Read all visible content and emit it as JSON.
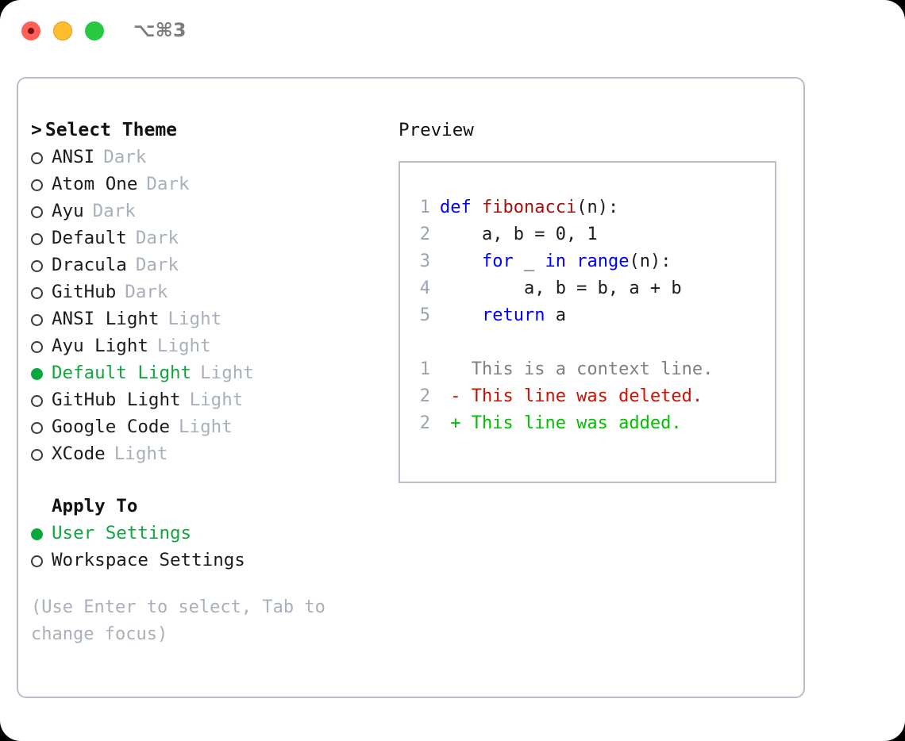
{
  "titlebar": {
    "shortcut": "⌥⌘3",
    "buttons": [
      {
        "name": "close",
        "color": "#ff5f57"
      },
      {
        "name": "minimize",
        "color": "#febc2e"
      },
      {
        "name": "maximize",
        "color": "#28c840"
      }
    ]
  },
  "theme_picker": {
    "header": "Select Theme",
    "caret": ">",
    "items": [
      {
        "label": "ANSI",
        "suffix": "Dark",
        "selected": false,
        "bullet": "○"
      },
      {
        "label": "Atom One",
        "suffix": "Dark",
        "selected": false,
        "bullet": "○"
      },
      {
        "label": "Ayu",
        "suffix": "Dark",
        "selected": false,
        "bullet": "○"
      },
      {
        "label": "Default",
        "suffix": "Dark",
        "selected": false,
        "bullet": "○"
      },
      {
        "label": "Dracula",
        "suffix": "Dark",
        "selected": false,
        "bullet": "○"
      },
      {
        "label": "GitHub",
        "suffix": "Dark",
        "selected": false,
        "bullet": "○"
      },
      {
        "label": "ANSI Light",
        "suffix": "Light",
        "selected": false,
        "bullet": "○"
      },
      {
        "label": "Ayu Light",
        "suffix": "Light",
        "selected": false,
        "bullet": "○"
      },
      {
        "label": "Default Light",
        "suffix": "Light",
        "selected": true,
        "bullet": "●"
      },
      {
        "label": "GitHub Light",
        "suffix": "Light",
        "selected": false,
        "bullet": "○"
      },
      {
        "label": "Google Code",
        "suffix": "Light",
        "selected": false,
        "bullet": "○"
      },
      {
        "label": "XCode",
        "suffix": "Light",
        "selected": false,
        "bullet": "○"
      }
    ]
  },
  "apply_to": {
    "header": "Apply To",
    "items": [
      {
        "label": "User Settings",
        "selected": true,
        "bullet": "●"
      },
      {
        "label": "Workspace Settings",
        "selected": false,
        "bullet": "○"
      }
    ]
  },
  "hint": "(Use Enter to select, Tab to change focus)",
  "preview": {
    "title": "Preview",
    "code_lines": [
      {
        "num": "1",
        "tokens": [
          {
            "t": "def ",
            "c": "kw"
          },
          {
            "t": "fibonacci",
            "c": "fn"
          },
          {
            "t": "(n):",
            "c": "pl"
          }
        ]
      },
      {
        "num": "2",
        "tokens": [
          {
            "t": "    a, b = 0, 1",
            "c": "pl"
          }
        ]
      },
      {
        "num": "3",
        "tokens": [
          {
            "t": "    ",
            "c": "pl"
          },
          {
            "t": "for",
            "c": "kw"
          },
          {
            "t": " _ ",
            "c": "pl"
          },
          {
            "t": "in",
            "c": "kw"
          },
          {
            "t": " ",
            "c": "pl"
          },
          {
            "t": "range",
            "c": "kw"
          },
          {
            "t": "(n):",
            "c": "pl"
          }
        ]
      },
      {
        "num": "4",
        "tokens": [
          {
            "t": "        a, b = b, a + b",
            "c": "pl"
          }
        ]
      },
      {
        "num": "5",
        "tokens": [
          {
            "t": "    ",
            "c": "pl"
          },
          {
            "t": "return",
            "c": "kw"
          },
          {
            "t": " a",
            "c": "pl"
          }
        ]
      }
    ],
    "diff_lines": [
      {
        "num": "1",
        "tokens": [
          {
            "t": "   This is a context line.",
            "c": "ctx"
          }
        ]
      },
      {
        "num": "2",
        "tokens": [
          {
            "t": " - This line was deleted.",
            "c": "del"
          }
        ]
      },
      {
        "num": "2",
        "tokens": [
          {
            "t": " + This line was added.",
            "c": "add"
          }
        ]
      }
    ]
  },
  "colors": {
    "accent_green": "#10a73f",
    "muted": "#a8b0bc",
    "border": "#b7bfca",
    "keyword_blue": "#0000ff",
    "function_red": "#a31111",
    "diff_added": "#00c000",
    "diff_deleted": "#cc1100",
    "context_gray": "#808080"
  }
}
